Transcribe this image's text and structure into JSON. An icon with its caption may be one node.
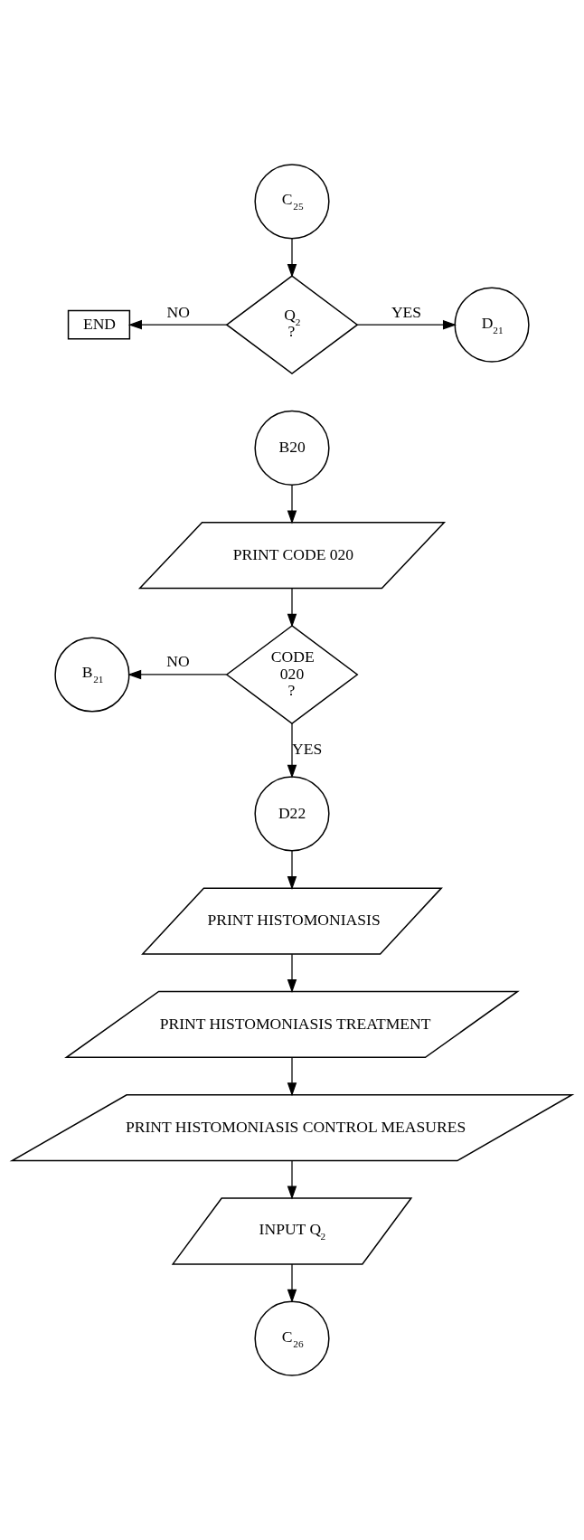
{
  "diagram": {
    "nodes": [
      {
        "text": [
          "C$_{25}$"
        ]
      },
      {
        "text": [
          "Q$_{2}$ ?"
        ]
      },
      {
        "text": [
          "END"
        ]
      },
      {
        "text": [
          "D$_{21}$"
        ]
      },
      {
        "text": [
          "B20"
        ]
      },
      {
        "text": [
          "PRINT CODE 020"
        ]
      },
      {
        "text": [
          "CODE 020 ?"
        ]
      },
      {
        "text": [
          "B$_{21}$"
        ]
      },
      {
        "text": [
          "D22"
        ]
      },
      {
        "text": [
          "PRINT HISTOMONIASIS"
        ]
      },
      {
        "text": [
          "PRINT HISTOMONIASIS TREATMENT"
        ]
      },
      {
        "text": [
          "PRINT HISTOMONIASIS CONTROL MEASURES"
        ]
      },
      {
        "text": [
          "INPUT Q$_{2}$"
        ]
      },
      {
        "text": [
          "C$_{26}$"
        ]
      }
    ],
    "edges": [
      {
        "from": 0,
        "to": 1,
        "arrow": "to"
      },
      {
        "from": 1,
        "to": 2,
        "arrow": "to",
        "label": "NO"
      },
      {
        "from": 1,
        "to": 3,
        "arrow": "to",
        "label": "YES"
      },
      {
        "from": 4,
        "to": 5,
        "arrow": "to"
      },
      {
        "from": 5,
        "to": 6,
        "arrow": "to"
      },
      {
        "from": 6,
        "to": 7,
        "arrow": "to",
        "label": "NO"
      },
      {
        "from": 6,
        "to": 8,
        "arrow": "to",
        "label": "YES"
      },
      {
        "from": 8,
        "to": 9,
        "arrow": "to"
      },
      {
        "from": 9,
        "to": 10,
        "arrow": "to"
      },
      {
        "from": 10,
        "to": 11,
        "arrow": "to"
      },
      {
        "from": 11,
        "to": 12,
        "arrow": "to"
      },
      {
        "from": 12,
        "to": 13,
        "arrow": "to"
      }
    ]
  }
}
